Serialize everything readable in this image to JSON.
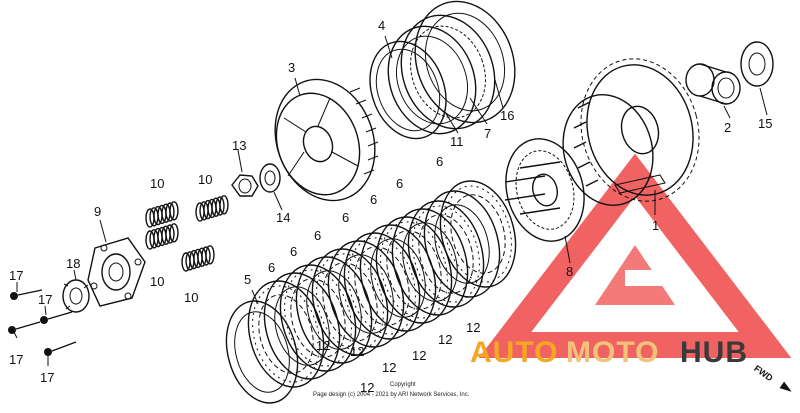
{
  "diagram": {
    "part_labels": [
      {
        "id": "p1",
        "text": "1"
      },
      {
        "id": "p2",
        "text": "2"
      },
      {
        "id": "p3",
        "text": "3"
      },
      {
        "id": "p4",
        "text": "4"
      },
      {
        "id": "p5",
        "text": "5"
      },
      {
        "id": "p6a",
        "text": "6"
      },
      {
        "id": "p6b",
        "text": "6"
      },
      {
        "id": "p6c",
        "text": "6"
      },
      {
        "id": "p6d",
        "text": "6"
      },
      {
        "id": "p6e",
        "text": "6"
      },
      {
        "id": "p6f",
        "text": "6"
      },
      {
        "id": "p6g",
        "text": "6"
      },
      {
        "id": "p7",
        "text": "7"
      },
      {
        "id": "p8",
        "text": "8"
      },
      {
        "id": "p9",
        "text": "9"
      },
      {
        "id": "p10a",
        "text": "10"
      },
      {
        "id": "p10b",
        "text": "10"
      },
      {
        "id": "p10c",
        "text": "10"
      },
      {
        "id": "p10d",
        "text": "10"
      },
      {
        "id": "p11",
        "text": "11"
      },
      {
        "id": "p12a",
        "text": "12"
      },
      {
        "id": "p12b",
        "text": "12"
      },
      {
        "id": "p12c",
        "text": "12"
      },
      {
        "id": "p12d",
        "text": "12"
      },
      {
        "id": "p12e",
        "text": "12"
      },
      {
        "id": "p12f",
        "text": "12"
      },
      {
        "id": "p12g",
        "text": "12"
      },
      {
        "id": "p13",
        "text": "13"
      },
      {
        "id": "p14",
        "text": "14"
      },
      {
        "id": "p15",
        "text": "15"
      },
      {
        "id": "p16",
        "text": "16"
      },
      {
        "id": "p17a",
        "text": "17"
      },
      {
        "id": "p17b",
        "text": "17"
      },
      {
        "id": "p17c",
        "text": "17"
      },
      {
        "id": "p17d",
        "text": "17"
      },
      {
        "id": "p18",
        "text": "18"
      }
    ],
    "direction_marker": "FWD",
    "copyright_line1": "Copyright",
    "copyright_line2": "Page design (c) 2004 - 2021 by ARI Network Services, Inc."
  },
  "watermark": {
    "part1": "AUTO",
    "part2": "MOTO",
    "part3": "HUB",
    "colors": {
      "logo_red": "#ee3b3b",
      "auto": "#f5a623",
      "moto": "#f0c27a",
      "hub": "#3a3a3a"
    }
  }
}
